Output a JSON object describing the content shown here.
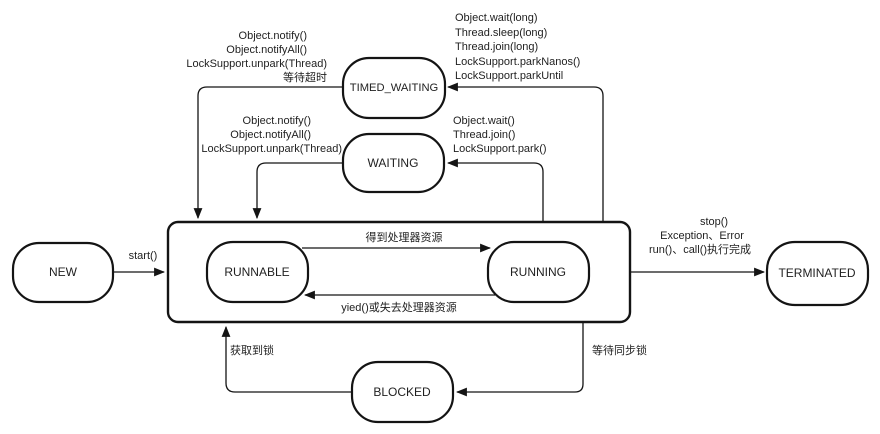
{
  "colors": {
    "ink": "#1f1f1f",
    "line": "#141414",
    "background": "#ffffff"
  },
  "states": {
    "new": "NEW",
    "runnable": "RUNNABLE",
    "running": "RUNNING",
    "waiting": "WAITING",
    "timed_waiting": "TIMED_WAITING",
    "blocked": "BLOCKED",
    "terminated": "TERMINATED"
  },
  "transitions": {
    "start": "start()",
    "get_cpu": "得到处理器资源",
    "lose_cpu": "yied()或失去处理器资源",
    "acquire_lock": "获取到锁",
    "wait_lock": "等待同步锁",
    "terminate": [
      "stop()",
      "Exception、Error",
      "run()、call()执行完成"
    ],
    "timed_waiting_exit": [
      "Object.notify()",
      "Object.notifyAll()",
      "LockSupport.unpark(Thread)",
      "等待超时"
    ],
    "timed_waiting_enter": [
      "Object.wait(long)",
      "Thread.sleep(long)",
      "Thread.join(long)",
      "LockSupport.parkNanos()",
      "LockSupport.parkUntil"
    ],
    "waiting_exit": [
      "Object.notify()",
      "Object.notifyAll()",
      "LockSupport.unpark(Thread)"
    ],
    "waiting_enter": [
      "Object.wait()",
      "Thread.join()",
      "LockSupport.park()"
    ]
  }
}
